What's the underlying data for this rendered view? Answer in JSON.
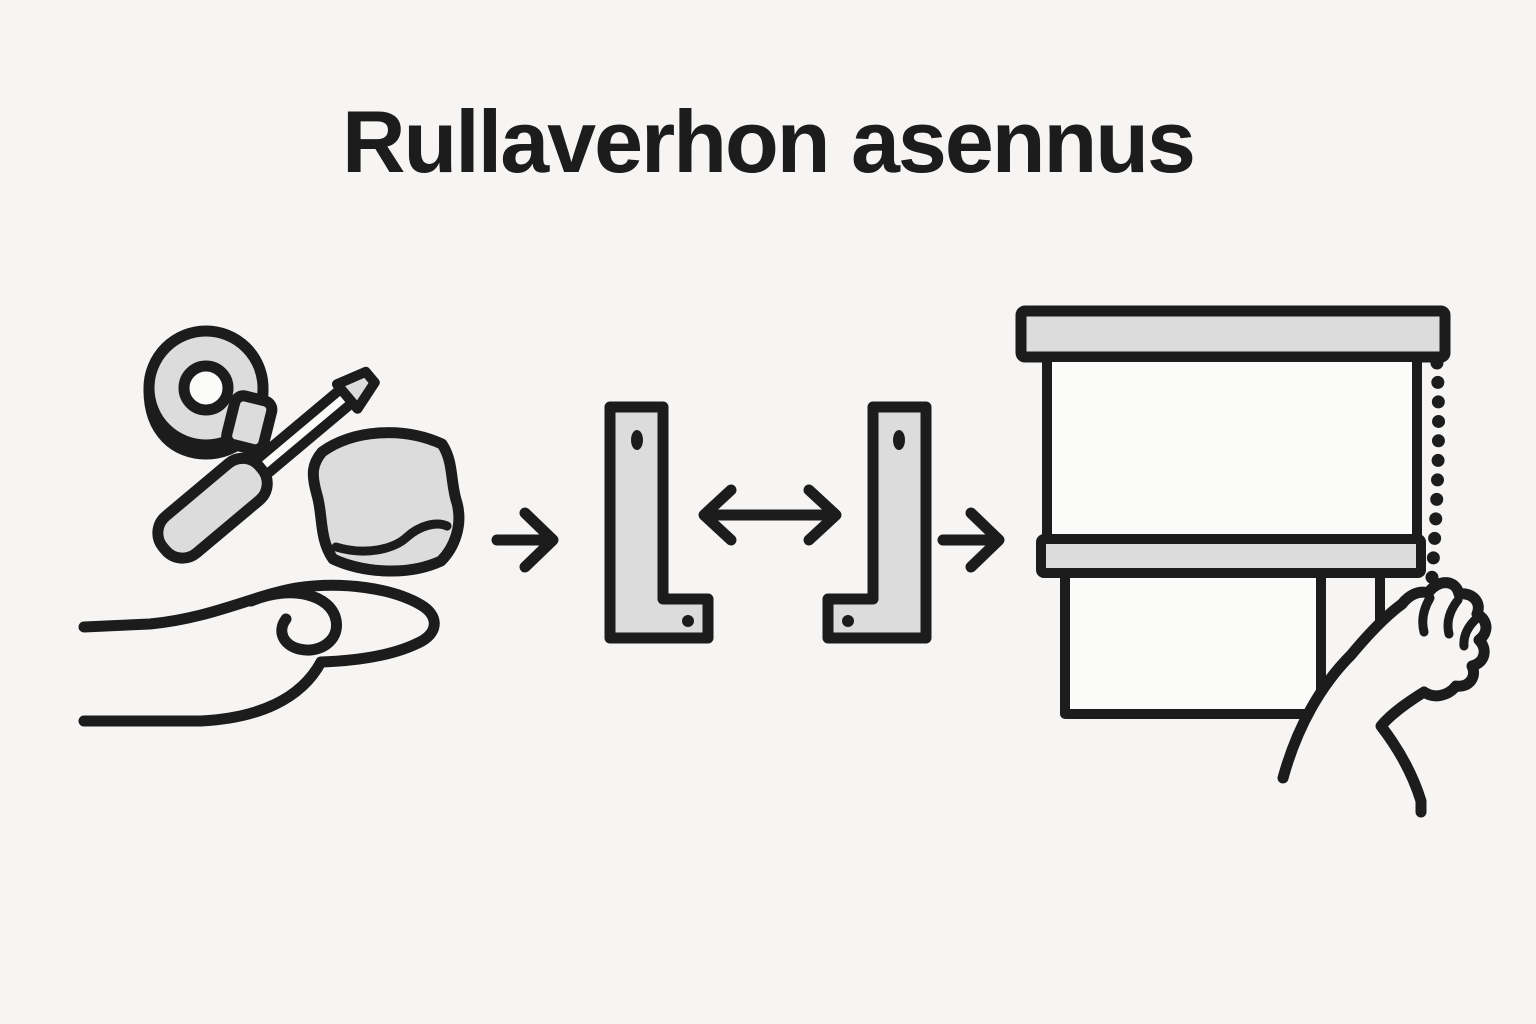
{
  "title": "Rullaverhon asennus",
  "colors": {
    "background": "#f6f5f3",
    "outline": "#1c1c1c",
    "shape_fill": "#dcdcdc",
    "light_fill": "#fbfbfa"
  },
  "illustrations": [
    {
      "name": "tools-in-hand",
      "icons": [
        "tape-roll-icon",
        "screwdriver-icon",
        "cloth-icon",
        "open-hand-icon"
      ]
    },
    {
      "name": "mounting-brackets-spacing",
      "icons": [
        "bracket-left-icon",
        "double-arrow-icon",
        "bracket-right-icon"
      ]
    },
    {
      "name": "roller-blind-operation",
      "icons": [
        "roller-blind-icon",
        "bead-chain-icon",
        "pulling-hand-icon"
      ]
    }
  ],
  "connectors": [
    "arrow-right-icon",
    "arrow-right-icon"
  ]
}
